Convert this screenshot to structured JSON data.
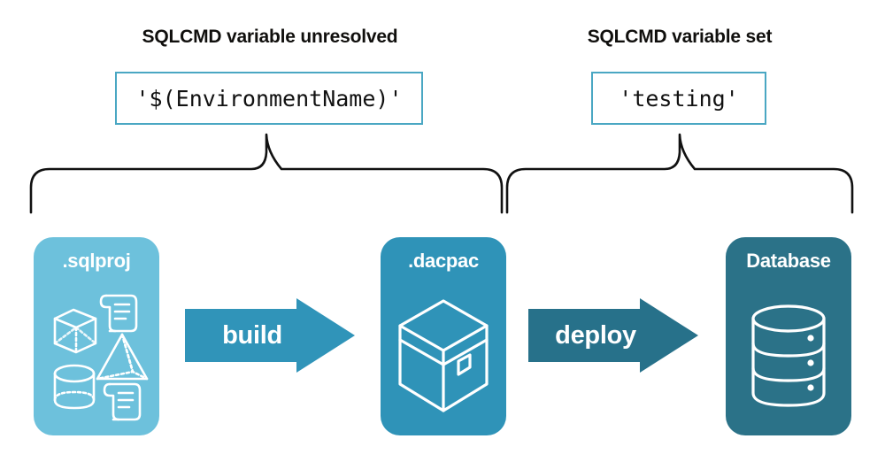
{
  "headings": {
    "left": "SQLCMD variable unresolved",
    "right": "SQLCMD variable set"
  },
  "code_boxes": {
    "left_value": "'$(EnvironmentName)'",
    "right_value": "'testing'"
  },
  "stages": [
    {
      "label": ".sqlproj",
      "icons": [
        "cube-icon",
        "pyramid-icon",
        "cylinder-icon",
        "script-scroll-icon",
        "script-scroll-icon"
      ],
      "color": "#6dc1dc"
    },
    {
      "label": ".dacpac",
      "icons": [
        "package-box-icon"
      ],
      "color": "#2f93b8"
    },
    {
      "label": "Database",
      "icons": [
        "database-cylinder-icon"
      ],
      "color": "#2b7288"
    }
  ],
  "arrows": [
    {
      "label": "build",
      "color": "#3094b9"
    },
    {
      "label": "deploy",
      "color": "#27718a"
    }
  ],
  "colors": {
    "light_teal": "#6dc1dc",
    "mid_teal": "#2f93b8",
    "dark_teal": "#2b7288",
    "box_border": "#4aa7c3",
    "text": "#100f0d"
  }
}
